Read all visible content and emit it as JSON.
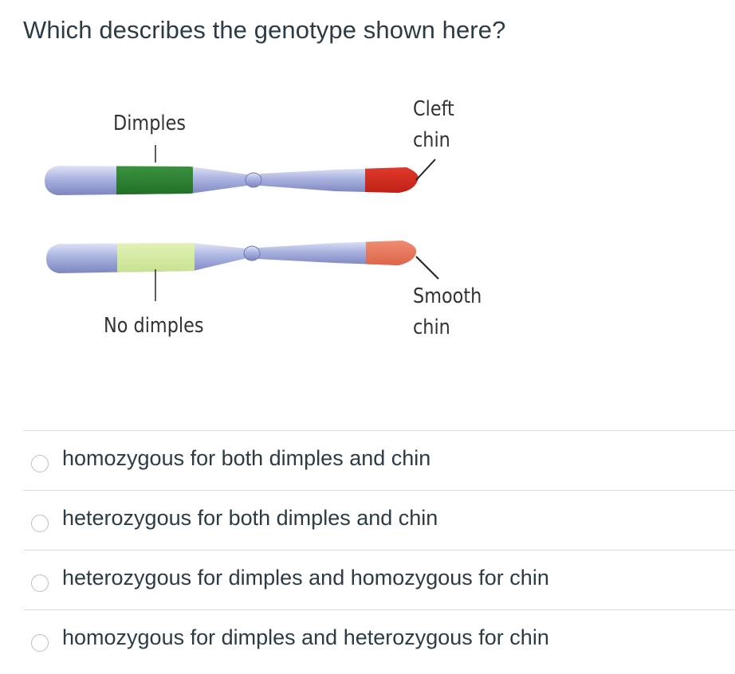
{
  "question": {
    "text": "Which describes the genotype shown here?"
  },
  "figure": {
    "labels": {
      "dimples": "Dimples",
      "cleft_line1": "Cleft",
      "cleft_line2": "chin",
      "no_dimples": "No dimples",
      "smooth_line1": "Smooth",
      "smooth_line2": "chin"
    },
    "colors": {
      "chromosome_body": "#aab3df",
      "dimples_band": "#2e7d32",
      "no_dimples_band": "#d4eba0",
      "cleft_band": "#d32a1e",
      "smooth_band": "#e9765a"
    }
  },
  "answers": [
    {
      "label": "homozygous for both dimples and chin",
      "selected": false
    },
    {
      "label": "heterozygous for both dimples and chin",
      "selected": false
    },
    {
      "label": "heterozygous for dimples and homozygous for chin",
      "selected": false
    },
    {
      "label": "homozygous for dimples and heterozygous for chin",
      "selected": false
    }
  ]
}
